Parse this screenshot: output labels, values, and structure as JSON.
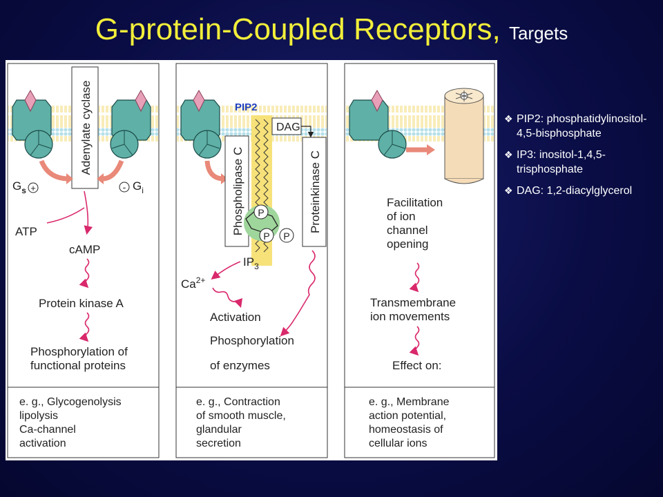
{
  "title": {
    "main": "G-protein-Coupled Receptors,",
    "sub": "Targets"
  },
  "panel1": {
    "enzyme": "Adenylate cyclase",
    "gs_label": "G",
    "gs_sub": "s",
    "gs_sign": "+",
    "gi_label": "G",
    "gi_sub": "i",
    "gi_sign": "-",
    "atp": "ATP",
    "camp": "cAMP",
    "pka": "Protein kinase A",
    "phos1": "Phosphorylation of",
    "phos2": "functional proteins",
    "example": [
      "e. g., Glycogenolysis",
      "lipolysis",
      "Ca-channel",
      "activation"
    ]
  },
  "panel2": {
    "pip2": "PIP2",
    "dag": "DAG",
    "plc": "Phospholipase C",
    "pkc": "Proteinkinase C",
    "p": "P",
    "ip3": "IP",
    "ip3_sub": "3",
    "ca": "Ca",
    "ca_sup": "2+",
    "activation": "Activation",
    "phos1": "Phosphorylation",
    "phos2": "of enzymes",
    "example": [
      "e. g., Contraction",
      "of smooth muscle,",
      "glandular",
      "secretion"
    ]
  },
  "panel3": {
    "facil": [
      "Facilitation",
      "of ion",
      "channel",
      "opening"
    ],
    "trans": [
      "Transmembrane",
      "ion movements"
    ],
    "effect": "Effect on:",
    "example": [
      "e. g., Membrane",
      "action potential,",
      "homeostasis of",
      "cellular ions"
    ]
  },
  "notes": [
    {
      "bullet": "❖",
      "text": "PIP2: phosphatidylinositol-4,5-bisphosphate"
    },
    {
      "bullet": "❖",
      "text": "IP3: inositol-1,4,5-trisphosphate"
    },
    {
      "bullet": "❖",
      "text": "DAG: 1,2-diacylglycerol"
    }
  ],
  "colors": {
    "receptor": "#5fb0a6",
    "ligand": "#e8a0b8",
    "membrane": "#f5e39a",
    "arrow": "#d9286b",
    "gprotein_arrow": "#e98979",
    "pip2": "#1e3fc0",
    "p_circle": "#9fd69c"
  }
}
